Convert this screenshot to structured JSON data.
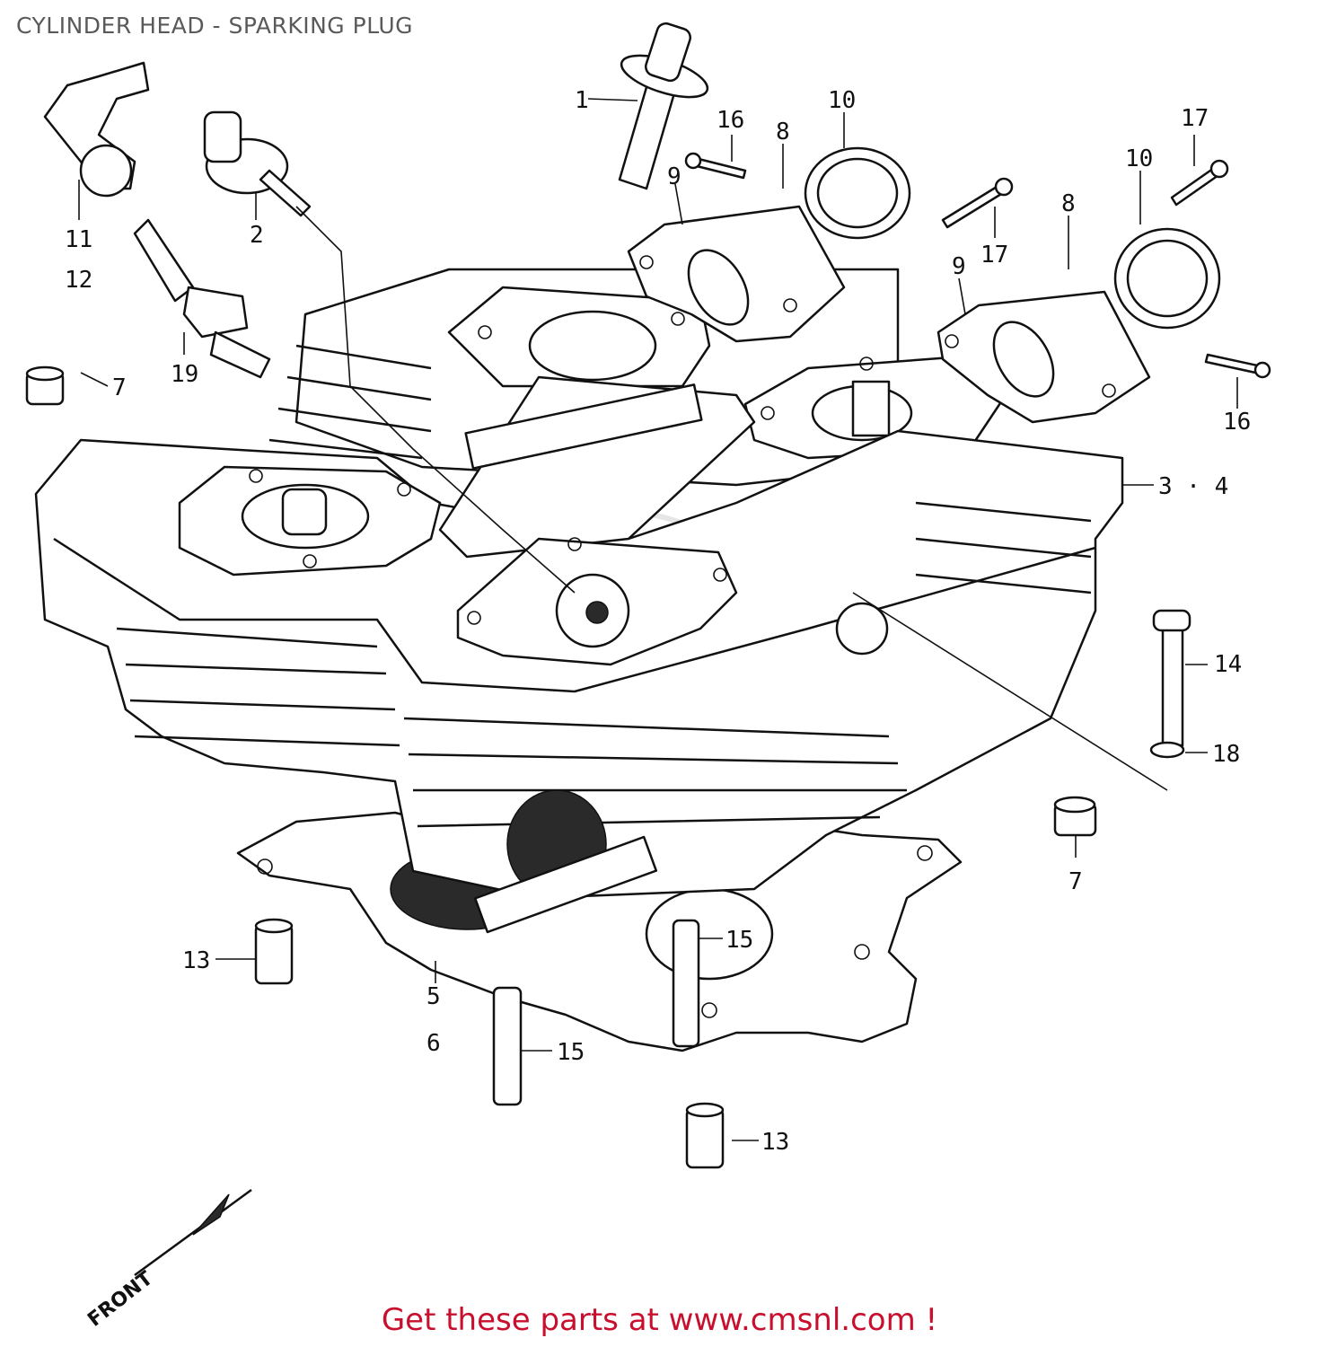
{
  "title": "CYLINDER HEAD - SPARKING PLUG",
  "footer": "Get these parts at www.cmsnl.com !",
  "front_label": "FRONT",
  "callouts": {
    "c1": "1",
    "c2": "2",
    "c34": "3 · 4",
    "c56a": "5",
    "c56b": "6",
    "c7a": "7",
    "c7b": "7",
    "c8a": "8",
    "c8b": "8",
    "c9a": "9",
    "c9b": "9",
    "c10a": "10",
    "c10b": "10",
    "c11": "11",
    "c12": "12",
    "c13a": "13",
    "c13b": "13",
    "c14": "14",
    "c15a": "15",
    "c15b": "15",
    "c16a": "16",
    "c16b": "16",
    "c17a": "17",
    "c17b": "17",
    "c18": "18",
    "c19": "19"
  }
}
